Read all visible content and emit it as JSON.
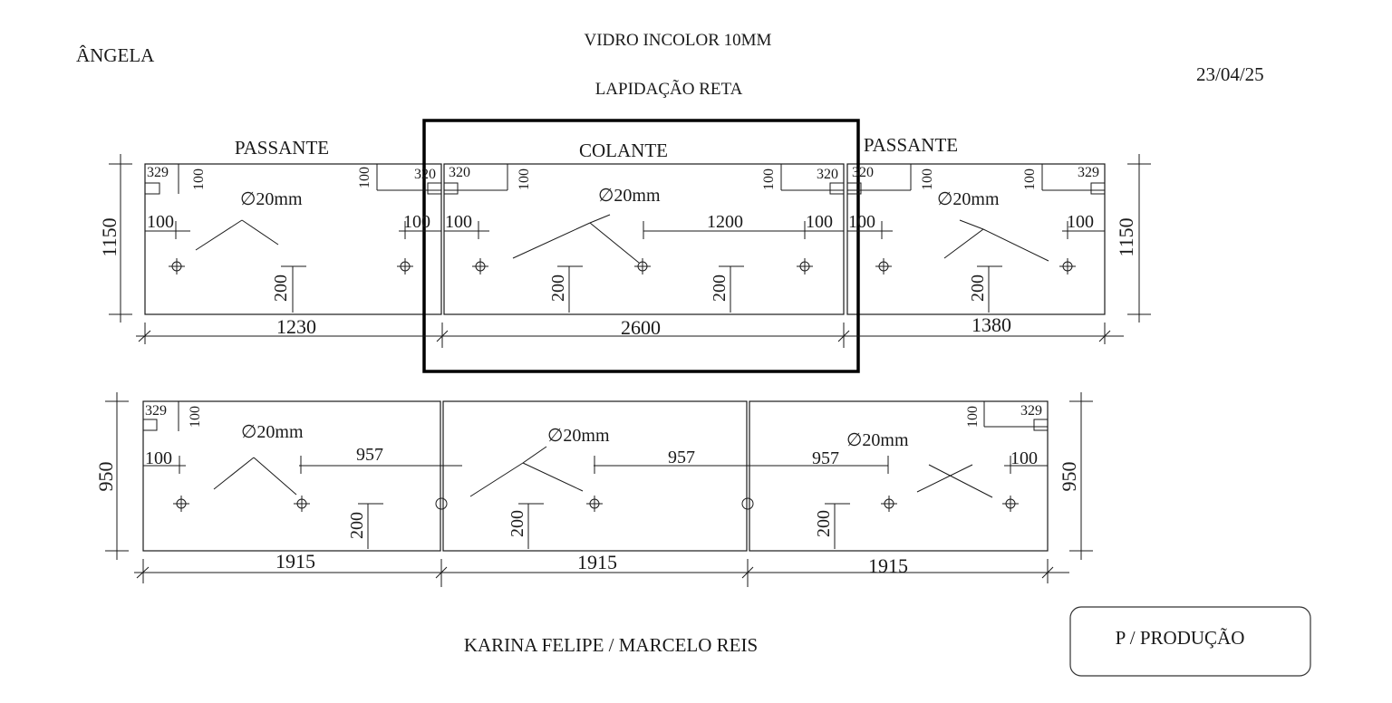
{
  "header": {
    "client": "ÂNGELA",
    "material": "VIDRO INCOLOR 10MM",
    "finish": "LAPIDAÇÃO RETA",
    "date": "23/04/25"
  },
  "top_row": {
    "height": "1150",
    "panels": [
      {
        "title": "PASSANTE",
        "width": "1230",
        "corner_left": "329",
        "corner_right": "320",
        "notch": "100",
        "edge_left": "100",
        "edge_right": "100",
        "hole": "∅20mm",
        "hole_offset": "200"
      },
      {
        "title": "COLANTE",
        "width": "2600",
        "corner_left": "320",
        "corner_right": "320",
        "notch": "100",
        "edge_left": "100",
        "edge_right": "100",
        "span": "1200",
        "hole": "∅20mm",
        "hole_offset": "200"
      },
      {
        "title": "PASSANTE",
        "width": "1380",
        "corner_left": "320",
        "corner_right": "329",
        "notch": "100",
        "edge_left": "100",
        "edge_right": "100",
        "hole": "∅20mm",
        "hole_offset": "200"
      }
    ]
  },
  "bottom_row": {
    "height": "950",
    "panels": [
      {
        "width": "1915",
        "corner": "329",
        "notch": "100",
        "edge": "100",
        "span": "957",
        "hole": "∅20mm",
        "hole_offset": "200"
      },
      {
        "width": "1915",
        "span": "957",
        "hole": "∅20mm",
        "hole_offset": "200"
      },
      {
        "width": "1915",
        "corner": "329",
        "notch": "100",
        "edge": "100",
        "span": "957",
        "hole": "∅20mm",
        "hole_offset": "200"
      }
    ]
  },
  "footer": {
    "customers": "KARINA FELIPE / MARCELO REIS",
    "stamp": "P / PRODUÇÃO"
  }
}
